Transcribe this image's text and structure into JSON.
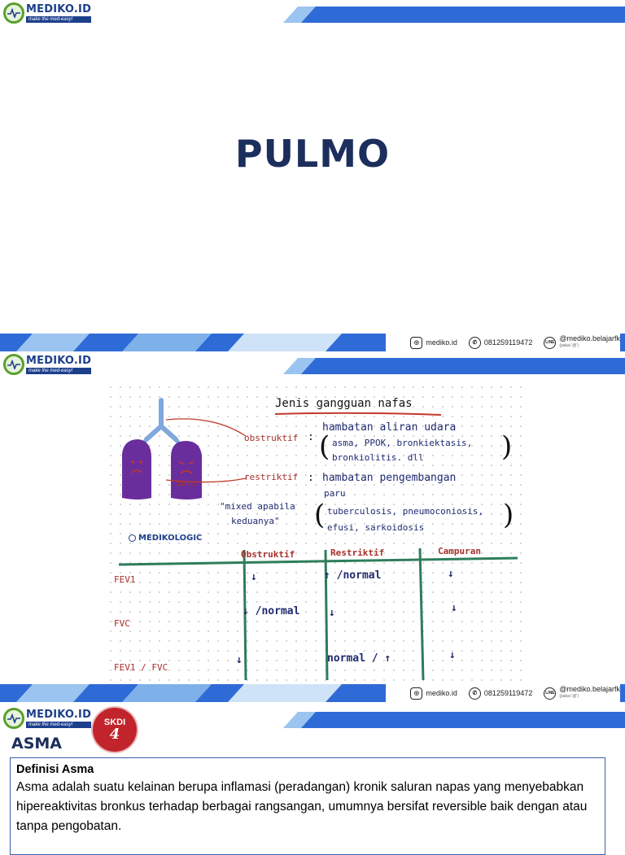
{
  "brand": {
    "name": "MEDIKO.ID",
    "tagline": "make the med-easy!"
  },
  "footer": {
    "instagram": "mediko.id",
    "whatsapp": "081259119472",
    "line_handle": "@mediko.belajarfk",
    "line_note": "(pakai '@')",
    "line_icon_text": "LINE"
  },
  "slide1": {
    "title": "PULMO"
  },
  "slide2": {
    "heading": "Jenis gangguan nafas",
    "lung_label": "bete",
    "obstruktif_label": "obstruktif",
    "obstruktif_desc": "hambatan aliran udara",
    "obstruktif_examples_1": "asma, PPOK, bronkiektasis,",
    "obstruktif_examples_2": "bronkiolitis. dll",
    "restriktif_label": "restriktif",
    "restriktif_desc_1": "hambatan pengembangan",
    "restriktif_desc_2": "paru",
    "restriktif_examples_1": "tuberculosis, pneumoconiosis,",
    "restriktif_examples_2": "efusi, sarkoidosis",
    "mixed_1": "\"mixed apabila",
    "mixed_2": "keduanya\"",
    "badge": "MEDIKOLOGIC",
    "table": {
      "headers": [
        "Obstruktif",
        "Restriktif",
        "Campuran"
      ],
      "rows": [
        {
          "param": "FEV1",
          "obstruktif": "↓",
          "restriktif": "↑ /normal",
          "campuran": "↓"
        },
        {
          "param": "FVC",
          "obstruktif": "↓ /normal",
          "restriktif": "↓",
          "campuran": "↓"
        },
        {
          "param": "FEV1 / FVC",
          "obstruktif": "↓",
          "restriktif": "normal / ↑",
          "campuran": "↓"
        }
      ]
    }
  },
  "slide3": {
    "badge_label": "SKDI",
    "badge_level": "4",
    "title": "ASMA",
    "definition_title": "Definisi Asma",
    "definition_body": "Asma adalah suatu kelainan berupa inflamasi (peradangan) kronik saluran napas yang menyebabkan hipereaktivitas bronkus terhadap berbagai rangsangan, umumnya bersifat reversible baik dengan atau tanpa pengobatan."
  },
  "colors": {
    "navy": "#1c2e5c",
    "brand_blue": "#1c3f8c",
    "stripe_blue": "#2f6bd6",
    "light_blue": "#9cc4f0",
    "brand_green": "#5aa02c",
    "skdi_red": "#c2242b",
    "lung_purple": "#6a2e9c",
    "table_green": "#2e7d5a",
    "note_red": "#c0392b"
  }
}
